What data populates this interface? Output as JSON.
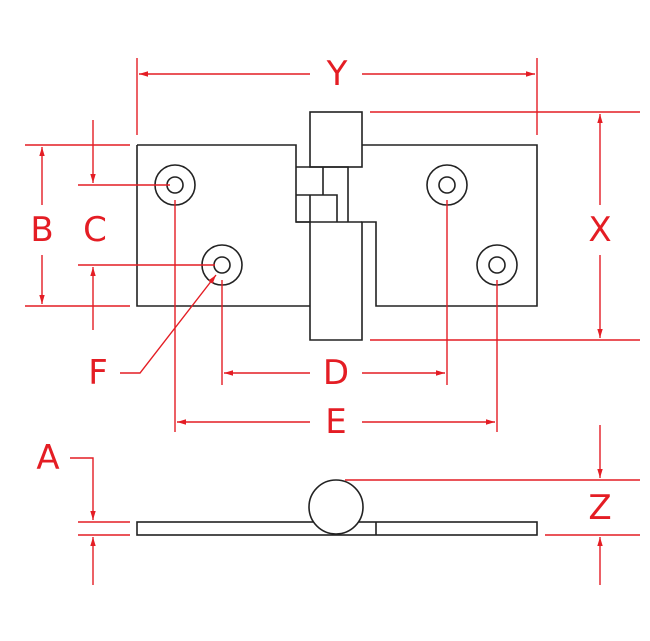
{
  "labels": {
    "Y": "Y",
    "X": "X",
    "B": "B",
    "C": "C",
    "D": "D",
    "E": "E",
    "F": "F",
    "A": "A",
    "Z": "Z"
  },
  "colors": {
    "dimension": "#e41d24",
    "outline": "#222222"
  }
}
